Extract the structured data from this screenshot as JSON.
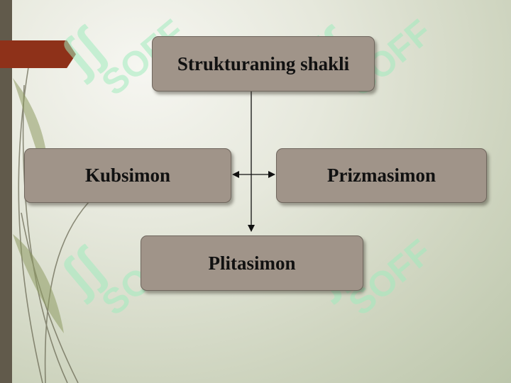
{
  "diagram": {
    "root": {
      "label": "Strukturaning shakli"
    },
    "children": [
      {
        "label": "Kubsimon"
      },
      {
        "label": "Prizmasimon"
      },
      {
        "label": "Plitasimon"
      }
    ]
  },
  "watermark": {
    "text": "SOFF"
  },
  "colors": {
    "box_fill": "#a09489",
    "accent": "#8e3119",
    "left_strip": "#615a4b",
    "watermark": "#a0ebbe"
  }
}
